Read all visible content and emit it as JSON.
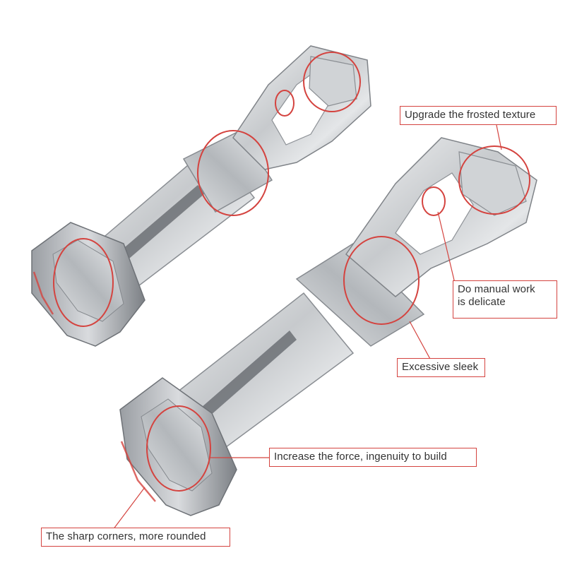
{
  "callouts": {
    "frosted": "Upgrade the frosted texture",
    "manual_line1": "Do manual work",
    "manual_line2": "is delicate",
    "sleek": "Excessive sleek",
    "force": "Increase the force, ingenuity to build",
    "corners": "The sharp corners, more rounded"
  },
  "colors": {
    "highlight": "#d4433f",
    "steel_light": "#e6e8ea",
    "steel_mid": "#b9bcc0",
    "steel_dark": "#7d8186"
  }
}
